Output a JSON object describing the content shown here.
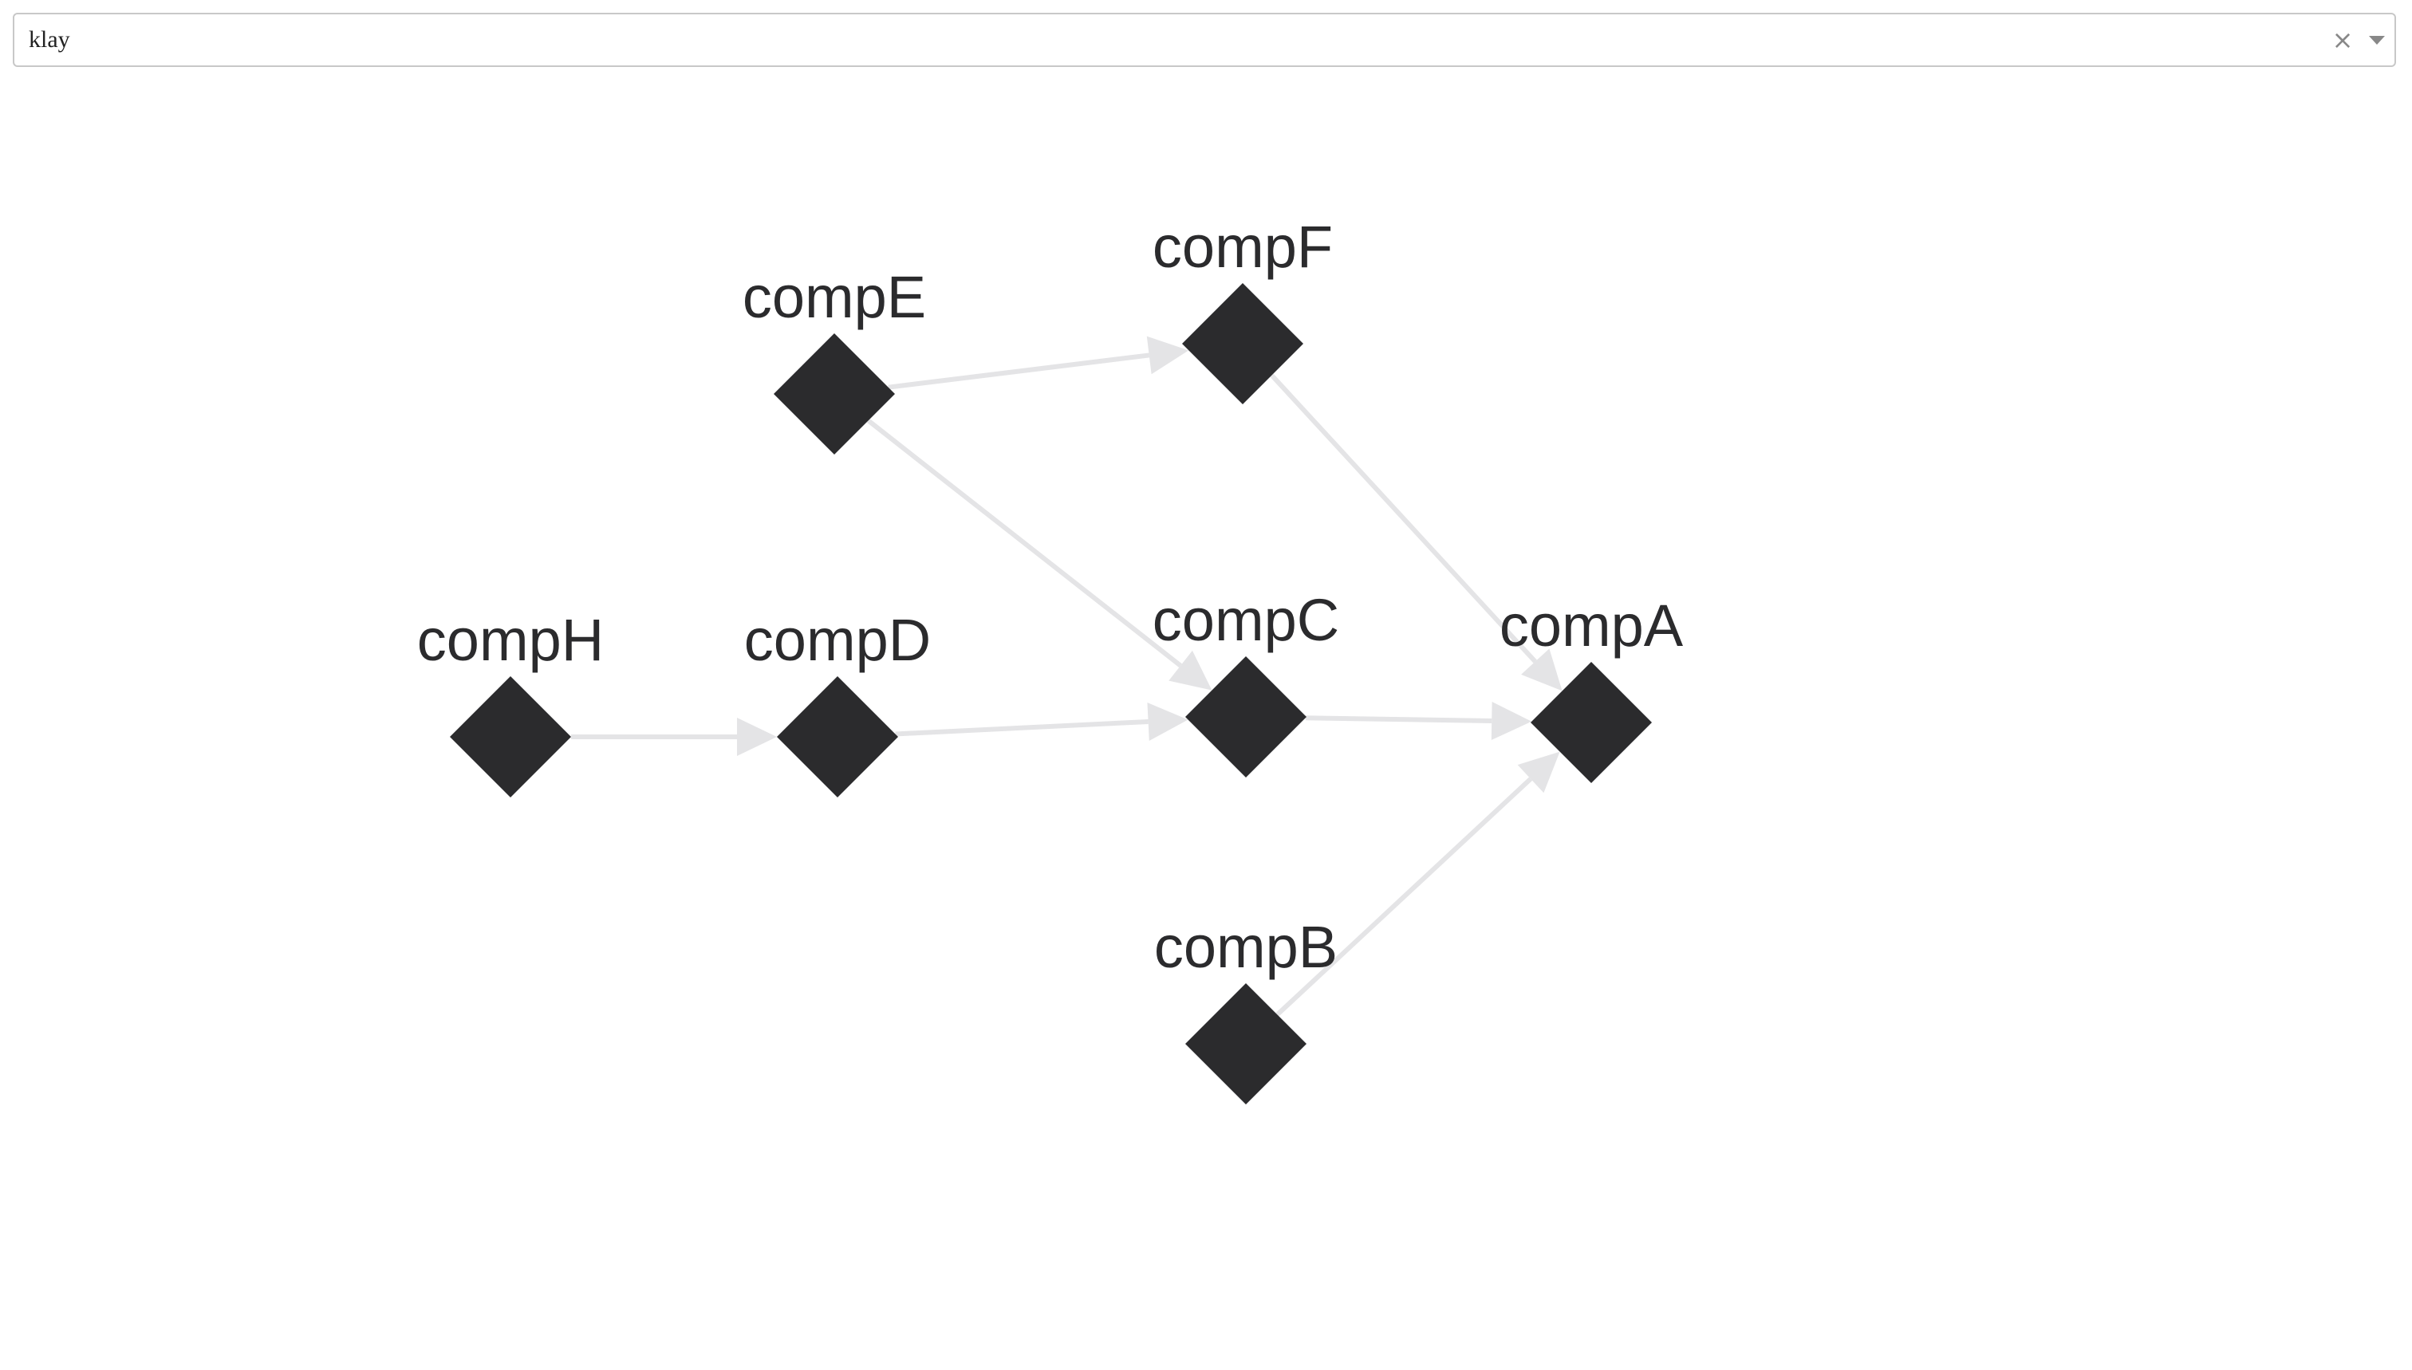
{
  "layout_select": {
    "value": "klay",
    "clear_glyph": "×",
    "clear_icon": "close-icon",
    "toggle_icon": "chevron-down-icon"
  },
  "graph": {
    "node_shape": "diamond",
    "node_color": "#2b2b2d",
    "edge_color": "#e4e4e6",
    "label_color": "#2b2b2d",
    "nodes": [
      {
        "id": "compE",
        "label": "compE"
      },
      {
        "id": "compF",
        "label": "compF"
      },
      {
        "id": "compH",
        "label": "compH"
      },
      {
        "id": "compD",
        "label": "compD"
      },
      {
        "id": "compC",
        "label": "compC"
      },
      {
        "id": "compA",
        "label": "compA"
      },
      {
        "id": "compB",
        "label": "compB"
      }
    ],
    "edges": [
      {
        "from": "compE",
        "to": "compF"
      },
      {
        "from": "compE",
        "to": "compC"
      },
      {
        "from": "compF",
        "to": "compA"
      },
      {
        "from": "compH",
        "to": "compD"
      },
      {
        "from": "compD",
        "to": "compC"
      },
      {
        "from": "compC",
        "to": "compA"
      },
      {
        "from": "compB",
        "to": "compA"
      }
    ]
  }
}
